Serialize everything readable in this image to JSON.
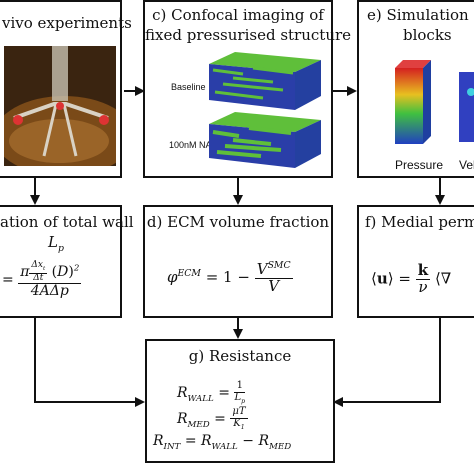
{
  "box_a": {
    "title_line1": "vivo experiments"
  },
  "box_c": {
    "title_line1": "c) Confocal imaging of",
    "title_line2": "fixed pressurised structure",
    "label_baseline": "Baseline",
    "label_na": "100nM NA"
  },
  "box_e": {
    "title_line1": "e) Simulation of",
    "title_line2": "blocks",
    "label_pressure": "Pressure",
    "label_velocity": "Vela"
  },
  "box_b": {
    "title_line1": "ation of total wall",
    "title_line2": "Lp"
  },
  "box_d": {
    "title": "d) ECM volume fraction"
  },
  "box_f": {
    "title": "f) Medial perm"
  },
  "box_g": {
    "title": "g) Resistance"
  },
  "colors": {
    "border": "#111111",
    "ecm_blue": "#2a3ea8",
    "ecm_green": "#5fbf3a"
  }
}
